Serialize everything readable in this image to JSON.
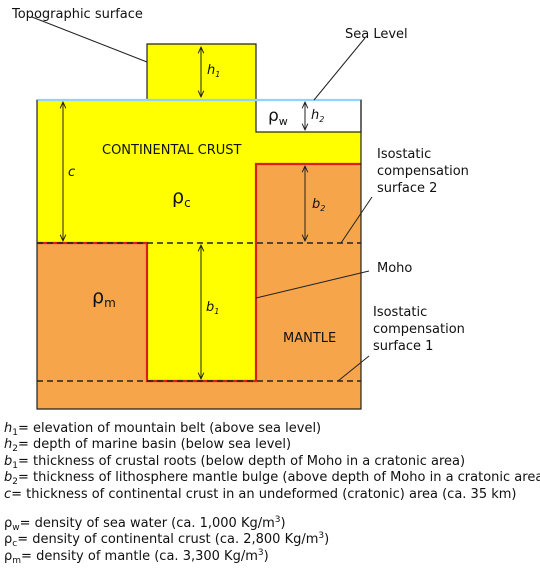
{
  "diagram": {
    "label_topographic_surface": "Topographic surface",
    "label_sea_level": "Sea Level",
    "label_continental_crust": "CONTINENTAL CRUST",
    "label_mantle": "MANTLE",
    "label_moho": "Moho",
    "label_isostatic_2": [
      "Isostatic",
      "compensation",
      "surface 2"
    ],
    "label_isostatic_1": [
      "Isostatic",
      "compensation",
      "surface 1"
    ],
    "sym_rho": "ρ",
    "sub_c": "c",
    "sub_m": "m",
    "sub_w": "w",
    "dim_h": "h",
    "dim_b": "b",
    "dim_c": "c",
    "idx_1": "1",
    "idx_2": "2",
    "colors": {
      "crust": "#ffff00",
      "mantle": "#f7a54a",
      "moho_line": "#d71f1f",
      "sea_level": "#8fd3ff",
      "outline": "#222222"
    }
  },
  "legend": {
    "h1": "= elevation of mountain belt (above sea level)",
    "h2": "= depth of marine basin (below sea level)",
    "b1": "= thickness of crustal roots (below depth of Moho in a cratonic area)",
    "b2": "= thickness of lithosphere mantle bulge (above depth of Moho in a cratonic area)",
    "c": "= thickness of continental crust in an undeformed (cratonic) area (ca. 35 km)",
    "rho_w": "= density of sea water (ca. 1,000 Kg/m",
    "rho_c": "= density of continental crust (ca. 2,800 Kg/m",
    "rho_m": "= density of mantle (ca. 3,300 Kg/m",
    "exp3": "3",
    "close_paren": ")"
  }
}
